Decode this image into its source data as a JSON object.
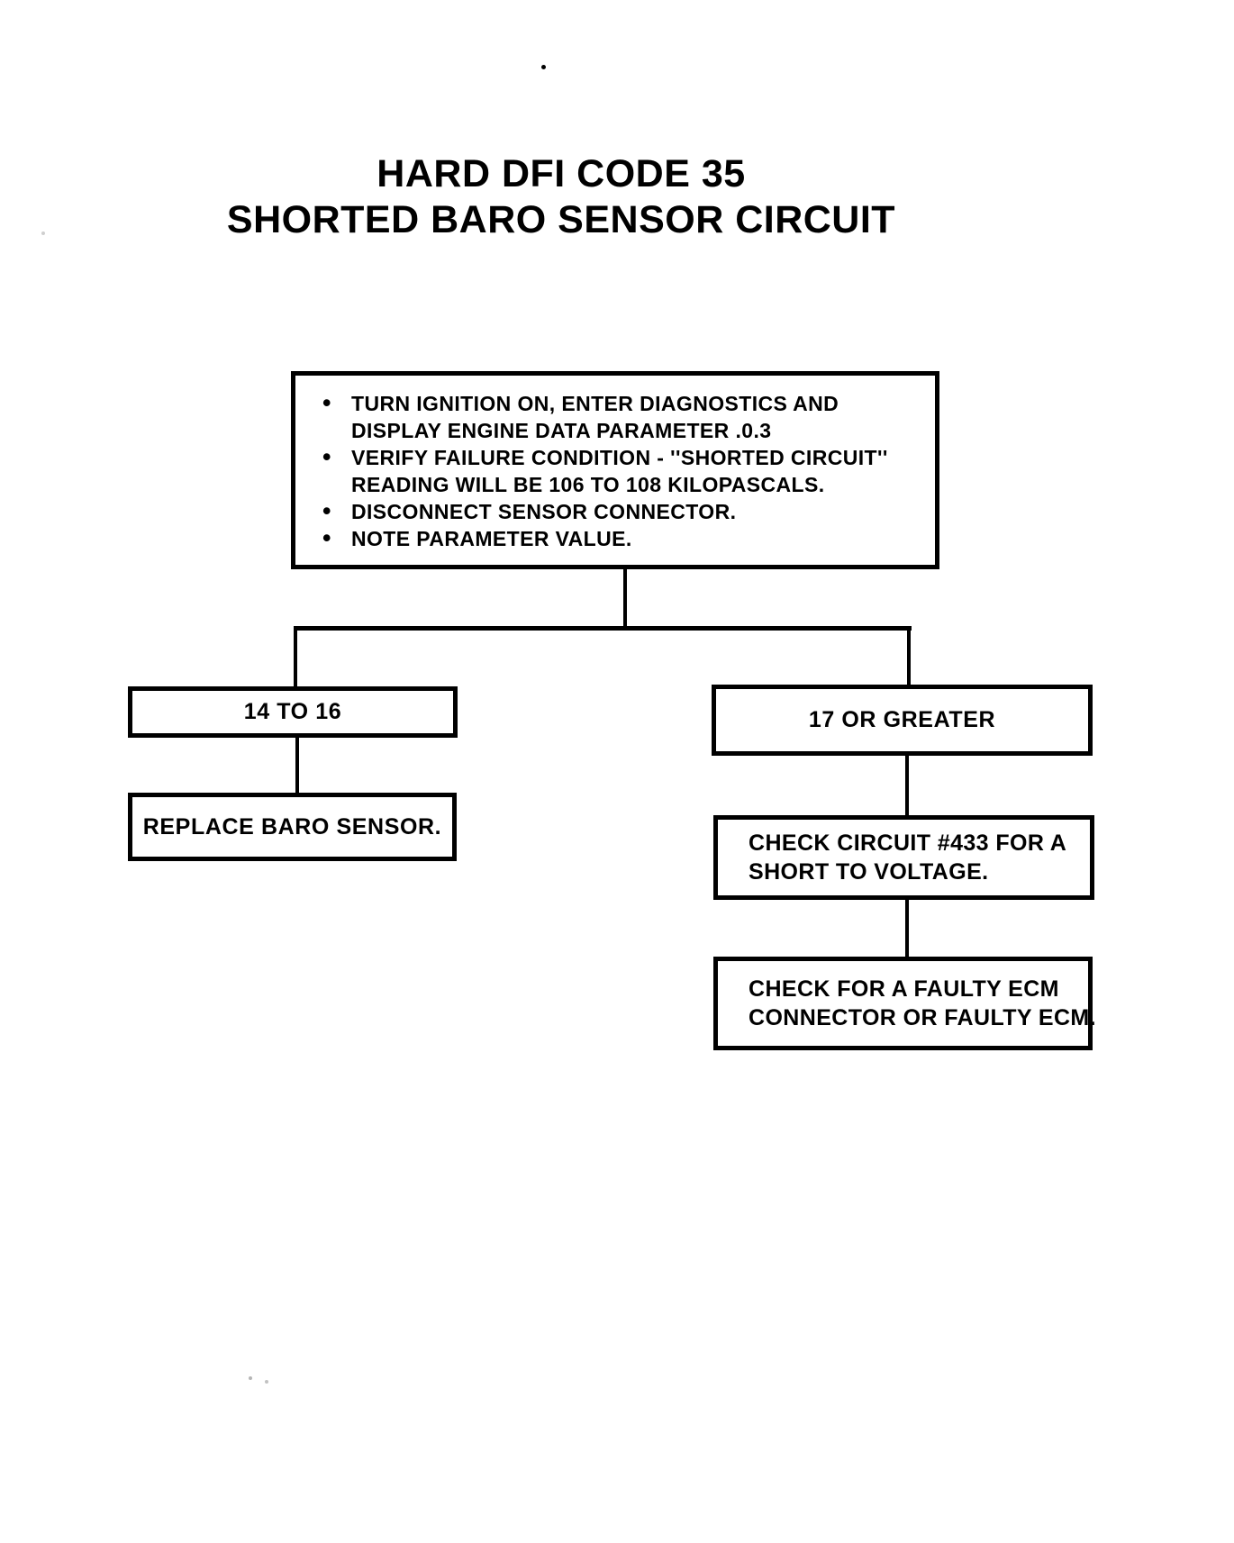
{
  "page": {
    "title_line1": "HARD DFI CODE 35",
    "title_line2": "SHORTED BARO SENSOR CIRCUIT"
  },
  "colors": {
    "ink": "#000000",
    "paper": "#ffffff"
  },
  "flowchart": {
    "start_box": {
      "lines": [
        {
          "bullet": "•",
          "text": "TURN IGNITION ON, ENTER DIAGNOSTICS AND"
        },
        {
          "bullet": "",
          "text": "DISPLAY ENGINE DATA PARAMETER .0.3"
        },
        {
          "bullet": "•",
          "text": "VERIFY FAILURE CONDITION - ''SHORTED CIRCUIT''"
        },
        {
          "bullet": "",
          "text": "READING WILL BE 106 TO 108 KILOPASCALS."
        },
        {
          "bullet": "•",
          "text": "DISCONNECT SENSOR CONNECTOR."
        },
        {
          "bullet": "•",
          "text": "NOTE PARAMETER VALUE."
        }
      ]
    },
    "left_branch": {
      "condition": "14 TO 16",
      "action": "REPLACE BARO SENSOR."
    },
    "right_branch": {
      "condition": "17 OR GREATER",
      "step1_line1": "CHECK CIRCUIT #433 FOR A",
      "step1_line2": "SHORT TO VOLTAGE.",
      "step2_line1": "CHECK FOR A FAULTY ECM",
      "step2_line2": "CONNECTOR OR FAULTY ECM."
    }
  }
}
